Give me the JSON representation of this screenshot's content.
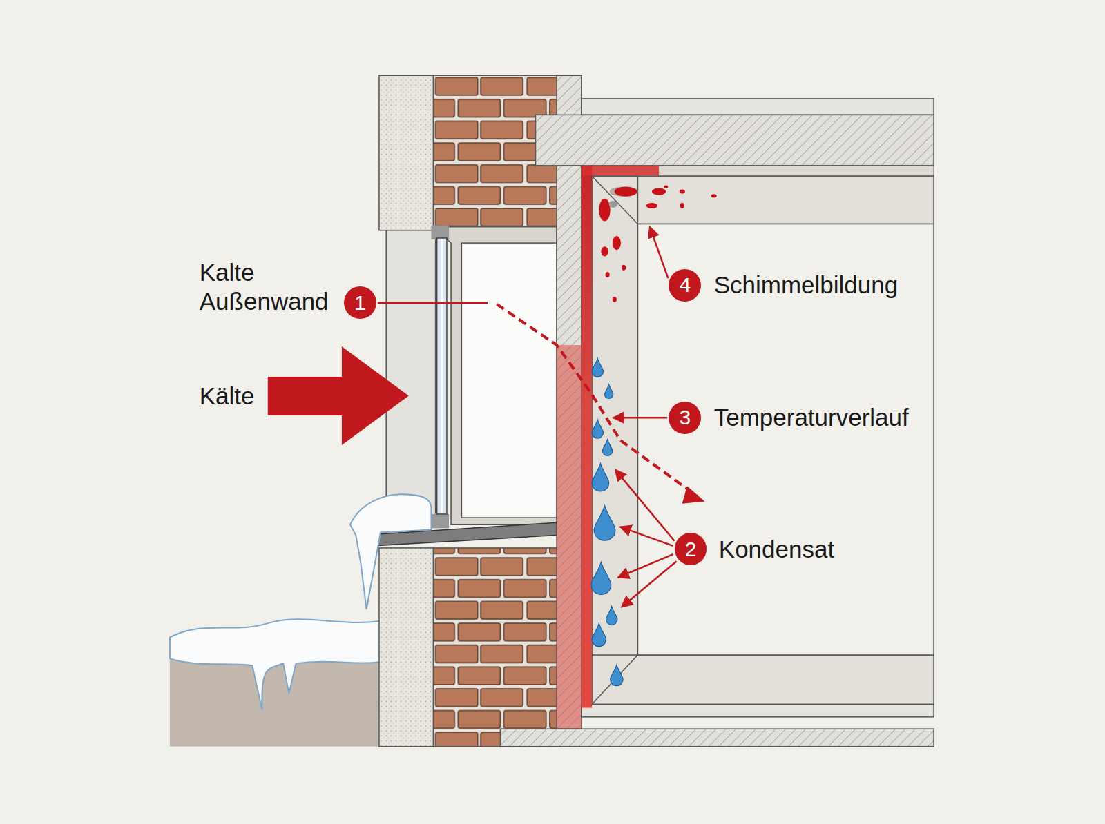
{
  "diagram": {
    "nodes": [
      {
        "text": [
          "1"
        ]
      },
      {
        "text": [
          "2"
        ]
      },
      {
        "text": [
          "3"
        ]
      },
      {
        "text": [
          "4"
        ]
      }
    ],
    "labels": [
      "Kalte Außenwand",
      "Kälte",
      "Temperaturverlauf",
      "Kondensat",
      "Schimmelbildung"
    ]
  }
}
